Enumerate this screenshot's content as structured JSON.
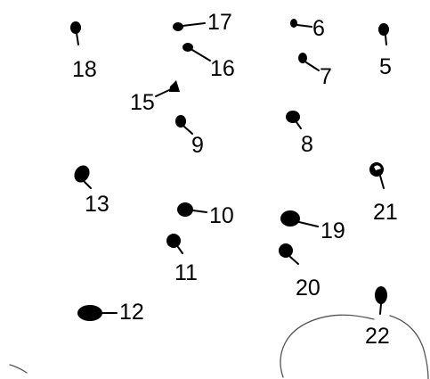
{
  "points": [
    {
      "label": "18"
    },
    {
      "label": "17"
    },
    {
      "label": "16"
    },
    {
      "label": "6"
    },
    {
      "label": "5"
    },
    {
      "label": "7"
    },
    {
      "label": "15"
    },
    {
      "label": "9"
    },
    {
      "label": "8"
    },
    {
      "label": "21"
    },
    {
      "label": "13"
    },
    {
      "label": "10"
    },
    {
      "label": "19"
    },
    {
      "label": "11"
    },
    {
      "label": "20"
    },
    {
      "label": "12"
    },
    {
      "label": "22"
    }
  ]
}
